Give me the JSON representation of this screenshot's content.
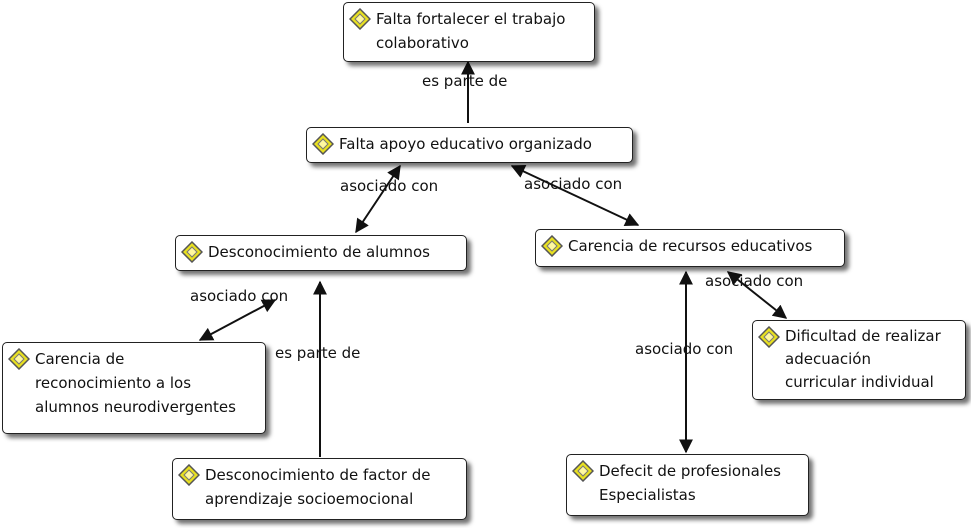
{
  "nodes": {
    "n1": "Falta fortalecer el trabajo\ncolaborativo",
    "n2": "Falta apoyo educativo organizado",
    "n3": "Desconocimiento de alumnos",
    "n4": "Carencia de recursos educativos",
    "n5": "Carencia de\nreconocimiento a los\nalumnos neurodivergentes",
    "n6": "Desconocimiento de factor de\naprendizaje socioemocional",
    "n7": "Dificultad de realizar\nadecuación\ncurricular individual",
    "n8": "Defecit de profesionales\nEspecialistas"
  },
  "links": {
    "l1": "es parte de",
    "l2": "asociado con",
    "l3": "asociado con",
    "l4": "asociado con",
    "l5": "es parte de",
    "l6": "asociado con",
    "l7": "asociado con"
  },
  "icon": "quotation-node-icon"
}
